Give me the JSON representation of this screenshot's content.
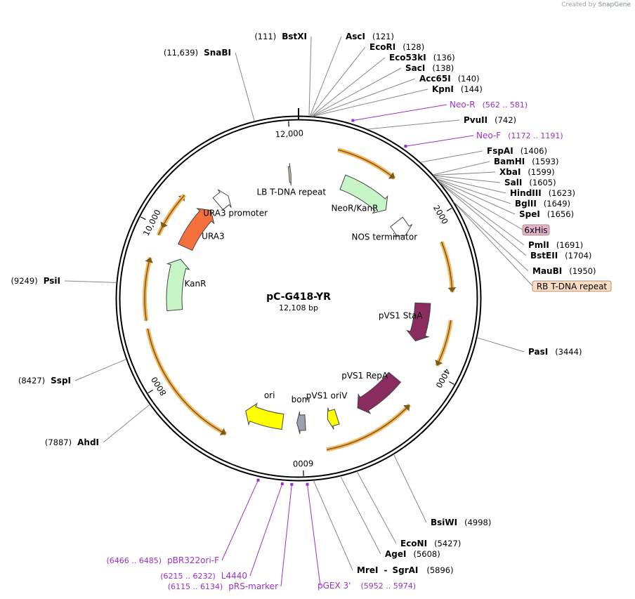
{
  "credit": {
    "prefix": "Created by",
    "brand": "SnapGene"
  },
  "plasmid": {
    "name": "pC-G418-YR",
    "size_label": "12,108 bp",
    "length": 12108
  },
  "ticks": [
    {
      "pos": 2000,
      "label": "2000"
    },
    {
      "pos": 4000,
      "label": "4000"
    },
    {
      "pos": 6000,
      "label": "6000"
    },
    {
      "pos": 8000,
      "label": "8000"
    },
    {
      "pos": 10000,
      "label": "10,000"
    },
    {
      "pos": 12000,
      "label": "12,000"
    }
  ],
  "sites_right": [
    {
      "name": "AscI",
      "pos_label": "(121)",
      "pos": 121
    },
    {
      "name": "EcoRI",
      "pos_label": "(128)",
      "pos": 128
    },
    {
      "name": "Eco53kI",
      "pos_label": "(136)",
      "pos": 136
    },
    {
      "name": "SacI",
      "pos_label": "(138)",
      "pos": 138
    },
    {
      "name": "Acc65I",
      "pos_label": "(140)",
      "pos": 140
    },
    {
      "name": "KpnI",
      "pos_label": "(144)",
      "pos": 144
    },
    {
      "name": "PvuII",
      "pos_label": "(742)",
      "pos": 742
    },
    {
      "name": "FspAI",
      "pos_label": "(1406)",
      "pos": 1406
    },
    {
      "name": "BamHI",
      "pos_label": "(1593)",
      "pos": 1593
    },
    {
      "name": "XbaI",
      "pos_label": "(1599)",
      "pos": 1599
    },
    {
      "name": "SalI",
      "pos_label": "(1605)",
      "pos": 1605
    },
    {
      "name": "HindIII",
      "pos_label": "(1623)",
      "pos": 1623
    },
    {
      "name": "BglII",
      "pos_label": "(1649)",
      "pos": 1649
    },
    {
      "name": "SpeI",
      "pos_label": "(1656)",
      "pos": 1656
    },
    {
      "name": "PmlI",
      "pos_label": "(1691)",
      "pos": 1691
    },
    {
      "name": "BstEII",
      "pos_label": "(1704)",
      "pos": 1704
    },
    {
      "name": "MauBI",
      "pos_label": "(1950)",
      "pos": 1950
    },
    {
      "name": "PasI",
      "pos_label": "(3444)",
      "pos": 3444
    },
    {
      "name": "BsiWI",
      "pos_label": "(4998)",
      "pos": 4998
    },
    {
      "name": "EcoNI",
      "pos_label": "(5427)",
      "pos": 5427
    },
    {
      "name": "AgeI",
      "pos_label": "(5608)",
      "pos": 5608
    },
    {
      "name": "MreI",
      "name2": "SgrAI",
      "pos_label": "(5896)",
      "pos": 5896
    }
  ],
  "sites_left": [
    {
      "name": "BstXI",
      "pos_label": "(111)",
      "pos": 111
    },
    {
      "name": "SnaBI",
      "pos_label": "(11,639)",
      "pos": 11639
    },
    {
      "name": "PsiI",
      "pos_label": "(9249)",
      "pos": 9249
    },
    {
      "name": "SspI",
      "pos_label": "(8427)",
      "pos": 8427
    },
    {
      "name": "AhdI",
      "pos_label": "(7887)",
      "pos": 7887
    }
  ],
  "primers": [
    {
      "name": "Neo-R",
      "pos_label": "(562 .. 581)",
      "pos": 571
    },
    {
      "name": "Neo-F",
      "pos_label": "(1172 .. 1191)",
      "pos": 1181
    },
    {
      "name": "pBR322ori-F",
      "pos_label": "(6466 .. 6485)",
      "pos": 6475
    },
    {
      "name": "L4440",
      "pos_label": "(6215 .. 6232)",
      "pos": 6223
    },
    {
      "name": "pRS-marker",
      "pos_label": "(6115 .. 6134)",
      "pos": 6124
    },
    {
      "name": "pGEX 3'",
      "pos_label": "(5952 .. 5974)",
      "pos": 5963
    }
  ],
  "boxed_features": [
    {
      "name": "6xHis",
      "color": "#e2b4cc",
      "pos": 1680
    },
    {
      "name": "RB T-DNA repeat",
      "color": "#fbdcbe",
      "pos": 1950
    }
  ],
  "features": [
    {
      "name": "NeoR/KanR",
      "start": 700,
      "end": 1500,
      "color": "#c8f5c8"
    },
    {
      "name": "NOS terminator",
      "start": 1750,
      "end": 2000,
      "color": "#ffffff"
    },
    {
      "name": "pVS1 StaA",
      "start": 3100,
      "end": 3700,
      "color": "#8a2c5f"
    },
    {
      "name": "pVS1 RepA",
      "start": 4350,
      "end": 5100,
      "color": "#8a2c5f"
    },
    {
      "name": "pVS1 oriV",
      "start": 5450,
      "end": 5600,
      "color": "#ffff00"
    },
    {
      "name": "bom",
      "start": 5950,
      "end": 6080,
      "color": "#9aa2ab"
    },
    {
      "name": "ori",
      "start": 6300,
      "end": 6900,
      "color": "#ffff00"
    },
    {
      "name": "KanR",
      "start": 8900,
      "end": 9700,
      "color": "#c8f5c8"
    },
    {
      "name": "URA3",
      "start": 9900,
      "end": 10600,
      "color": "#f4703c"
    },
    {
      "name": "URA3 promoter",
      "start": 10750,
      "end": 10950,
      "color": "#ffffff"
    },
    {
      "name": "LB T-DNA repeat",
      "start": 11960,
      "end": 11990,
      "color": "#e8c2a8"
    }
  ],
  "orfs": [
    {
      "start": 500,
      "end": 1300,
      "dir": 1
    },
    {
      "start": 2300,
      "end": 2950,
      "dir": 1
    },
    {
      "start": 3300,
      "end": 3900,
      "dir": 1
    },
    {
      "start": 4500,
      "end": 5700,
      "dir": -1
    },
    {
      "start": 7000,
      "end": 8700,
      "dir": -1
    },
    {
      "start": 8800,
      "end": 9600,
      "dir": 1
    },
    {
      "start": 9900,
      "end": 10500,
      "dir": 1
    },
    {
      "start": 10000,
      "end": 10500,
      "dir": -1
    }
  ],
  "colors": {
    "primer": "#9b2fd0",
    "orf": "#f5b45a",
    "orf_line": "#7a5a1a",
    "green_orf": "#6cc04a"
  }
}
